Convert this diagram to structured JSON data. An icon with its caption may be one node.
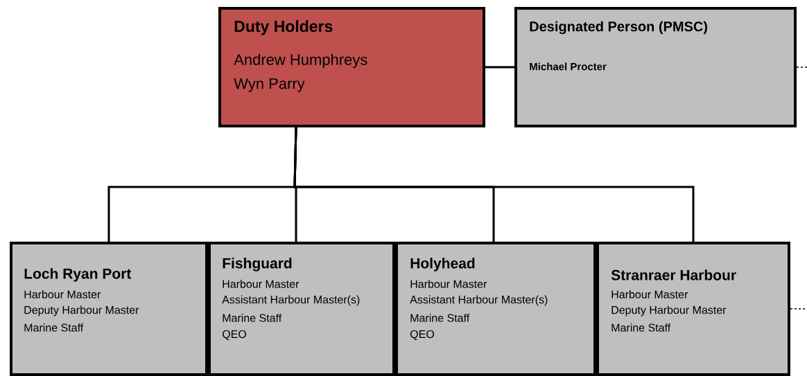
{
  "diagram": {
    "nodes": [
      {
        "text": [
          "Duty Holders",
          "Andrew Humphreys",
          "Wyn Parry"
        ]
      },
      {
        "text": [
          "Designated Person (PMSC)",
          "Michael Procter"
        ]
      },
      {
        "text": [
          "Loch Ryan Port",
          "Harbour Master",
          "Deputy Harbour Master",
          "Marine Staff"
        ]
      },
      {
        "text": [
          "Fishguard",
          "Harbour Master",
          "Assistant Harbour Master(s)",
          "Marine Staff",
          "QEO"
        ]
      },
      {
        "text": [
          "Holyhead",
          "Harbour Master",
          "Assistant Harbour Master(s)",
          "Marine Staff",
          "QEO"
        ]
      },
      {
        "text": [
          "Stranraer Harbour",
          "Harbour Master",
          "Deputy Harbour Master",
          "Marine Staff"
        ]
      }
    ],
    "edges": [
      {
        "from": 0,
        "to": 1,
        "arrow": "none"
      },
      {
        "from": 0,
        "to": 2,
        "arrow": "none"
      },
      {
        "from": 0,
        "to": 3,
        "arrow": "none"
      },
      {
        "from": 0,
        "to": 4,
        "arrow": "none"
      },
      {
        "from": 0,
        "to": 5,
        "arrow": "none"
      },
      {
        "from": 1,
        "to": null,
        "arrow": "none",
        "style": "dashed"
      },
      {
        "from": 5,
        "to": null,
        "arrow": "none",
        "style": "dashed"
      }
    ]
  }
}
